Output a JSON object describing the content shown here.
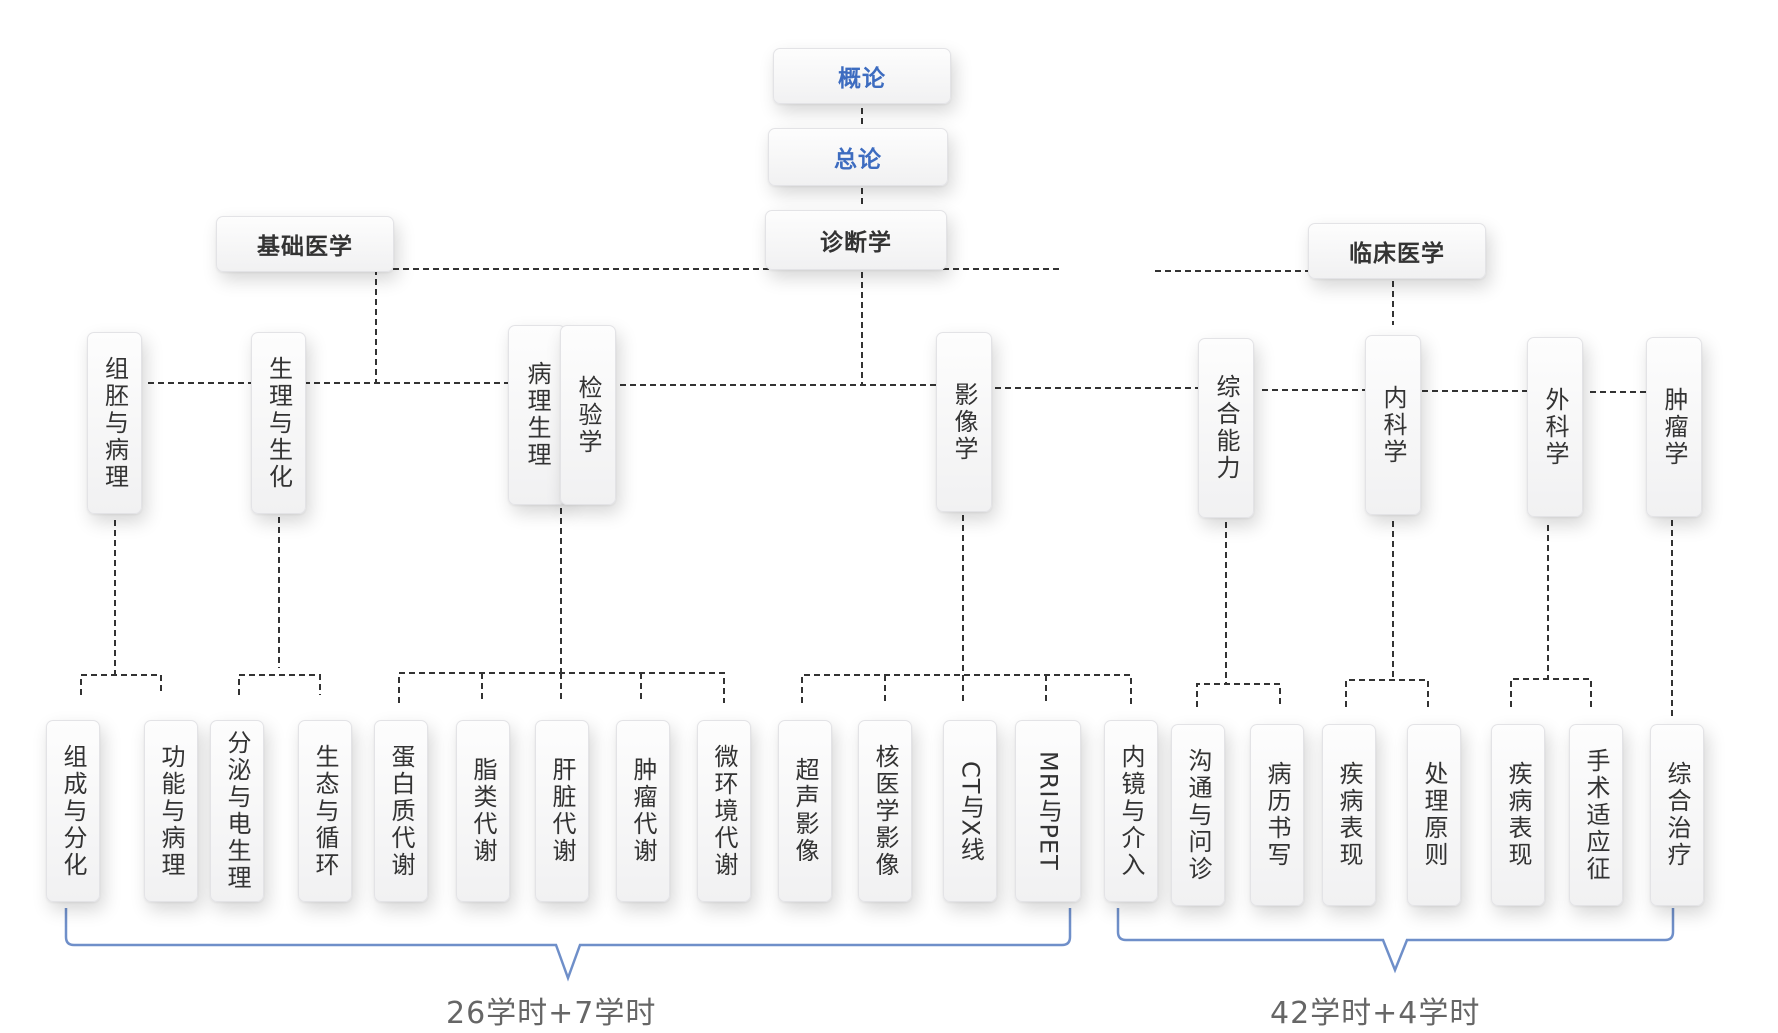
{
  "top": {
    "overview": "概论",
    "general": "总论",
    "diagnostics": "诊断学",
    "basic_medicine": "基础医学",
    "clinical_medicine": "临床医学"
  },
  "modules": {
    "embryo_pathology": "组胚与病理",
    "physio_biochem": "生理与生化",
    "pathophysiology": "病理生理",
    "laboratory": "检验学",
    "imaging": "影像学",
    "comprehensive_ability": "综合能力",
    "internal_medicine": "内科学",
    "surgery": "外科学",
    "oncology": "肿瘤学"
  },
  "topics": {
    "composition_differentiation": "组成与分化",
    "function_pathology": "功能与病理",
    "secretion_electrophysiology": "分泌与电生理",
    "ecology_circulation": "生态与循环",
    "protein_metabolism": "蛋白质代谢",
    "lipid_metabolism": "脂类代谢",
    "liver_metabolism": "肝脏代谢",
    "tumor_metabolism": "肿瘤代谢",
    "microenvironment_metabolism": "微环境代谢",
    "ultrasound": "超声影像",
    "nuclear_medicine": "核医学影像",
    "ct_xray": "CT与X线",
    "mri_pet": "MRI与PET",
    "endoscopy_intervention": "内镜与介入",
    "communication_inquiry": "沟通与问诊",
    "medical_record": "病历书写",
    "disease_manifestation_internal": "疾病表现",
    "treatment_principles": "处理原则",
    "disease_manifestation_surgery": "疾病表现",
    "surgical_indications": "手术适应征",
    "comprehensive_treatment": "综合治疗"
  },
  "hours": {
    "left": "26学时+7学时",
    "right": "42学时+4学时"
  },
  "colors": {
    "title_blue": "#3d6cc0",
    "bracket_blue": "#6f8fc9",
    "connector": "#333333"
  }
}
